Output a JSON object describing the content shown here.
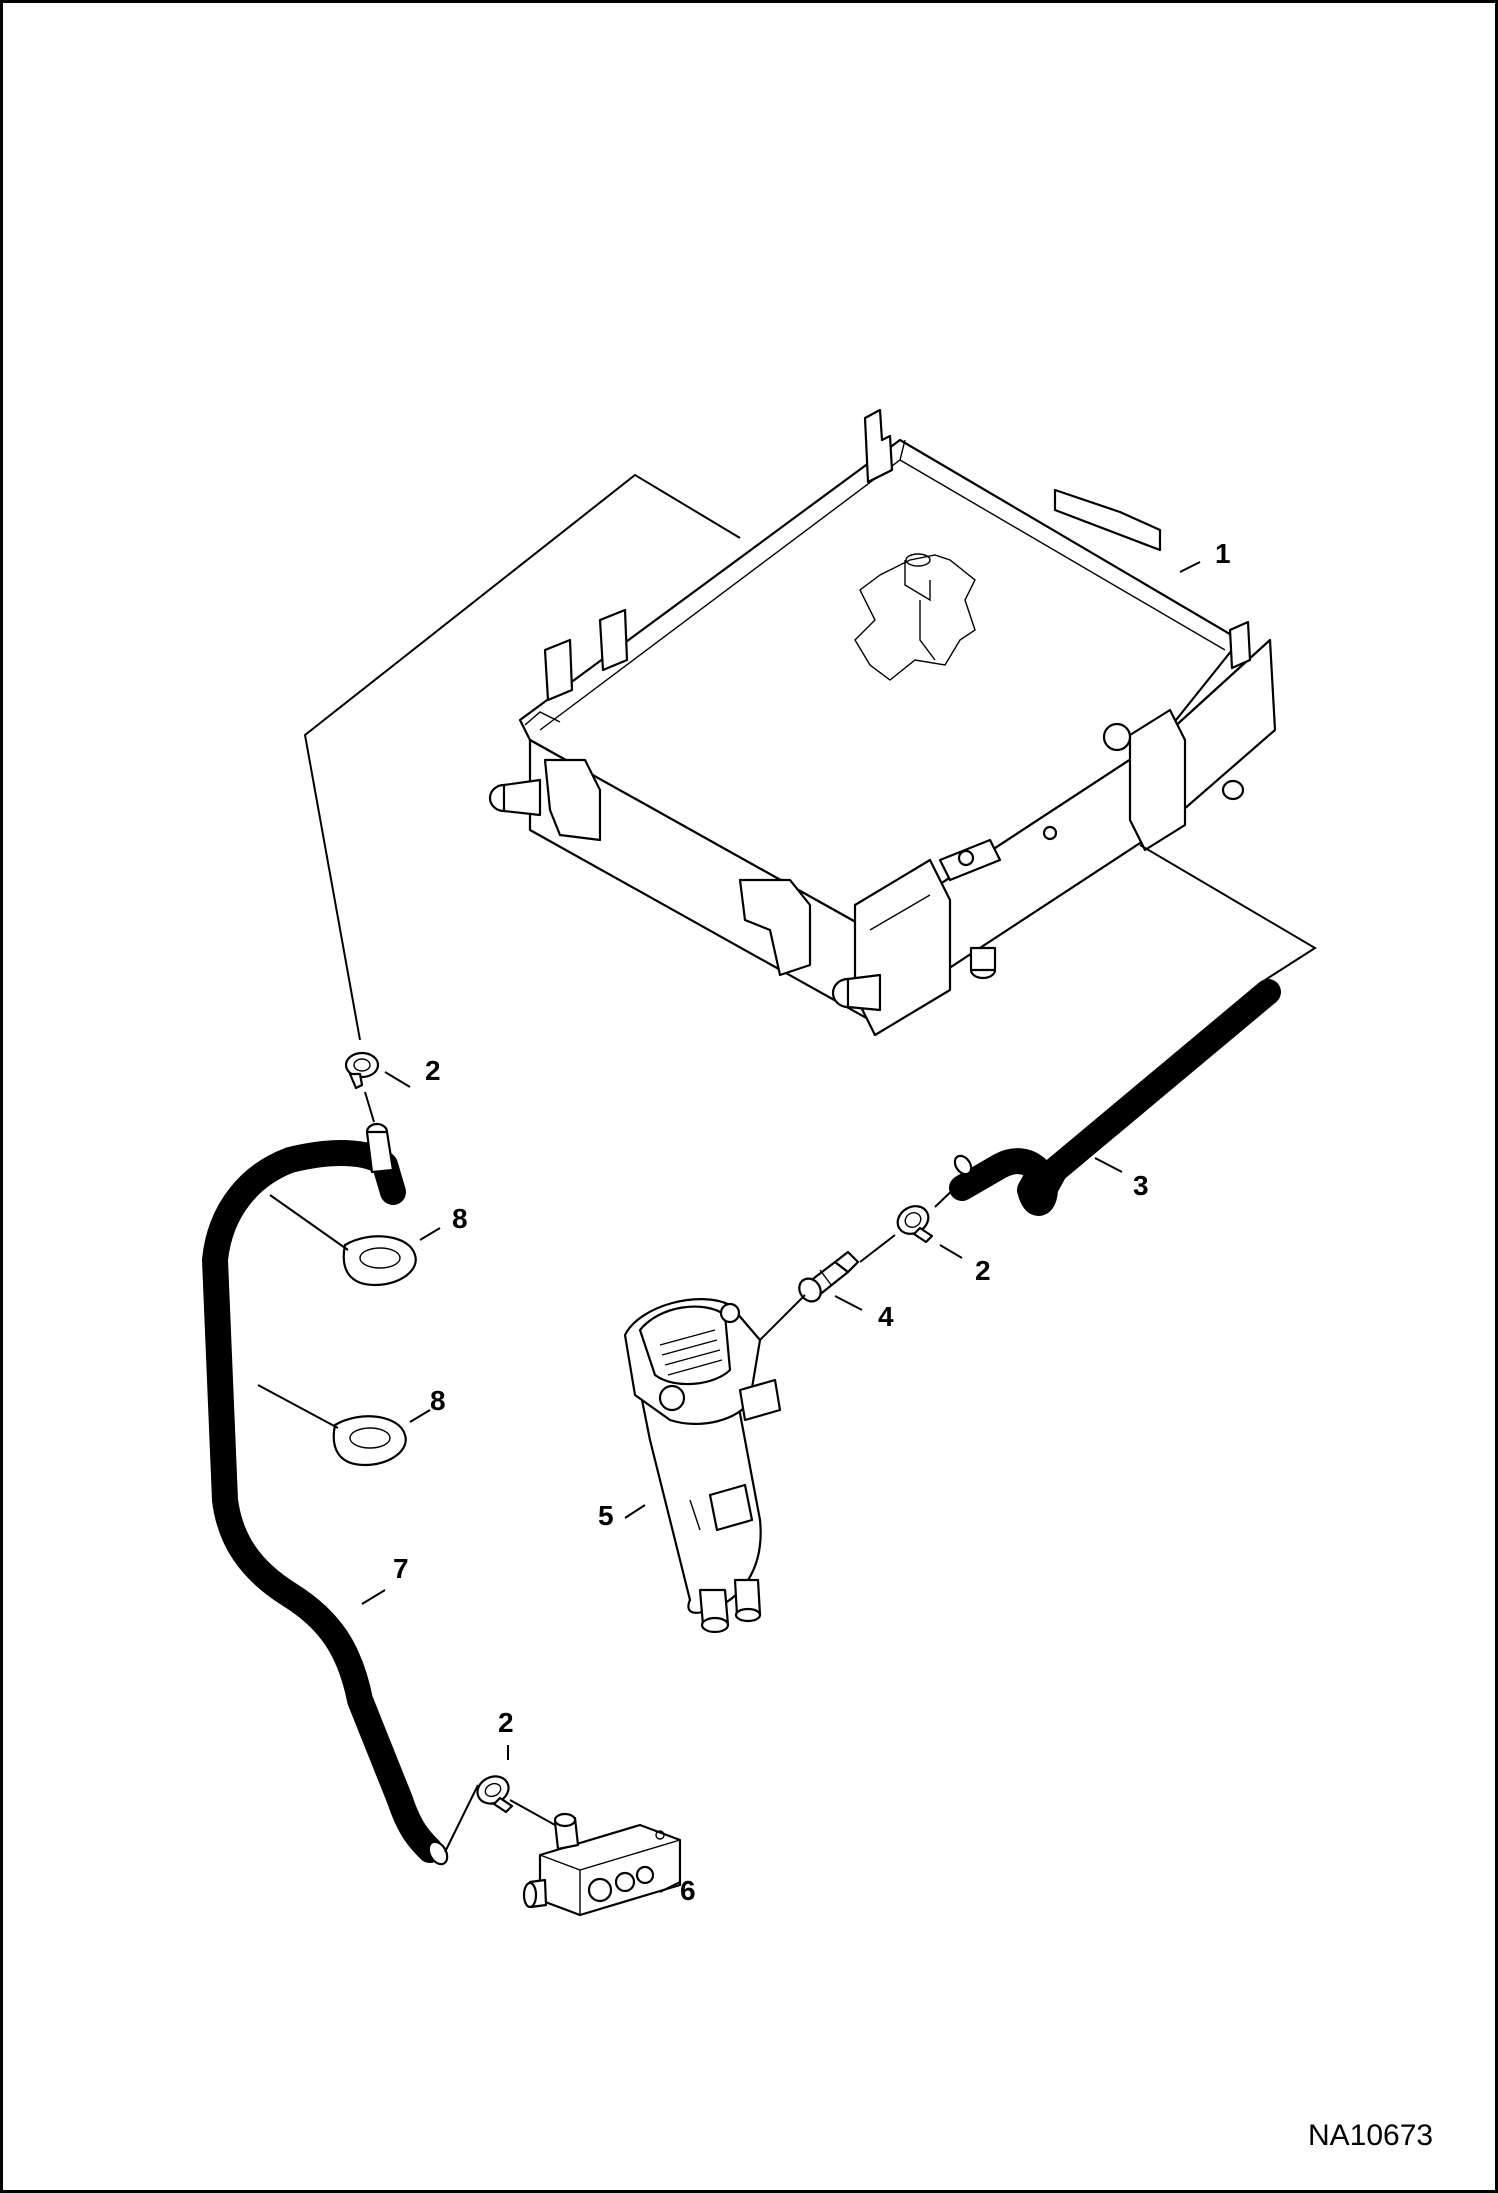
{
  "callouts": {
    "c1": "1",
    "c2a": "2",
    "c2b": "2",
    "c2c": "2",
    "c3": "3",
    "c4": "4",
    "c5": "5",
    "c6": "6",
    "c7": "7",
    "c8a": "8",
    "c8b": "8"
  },
  "document_id": "NA10673"
}
